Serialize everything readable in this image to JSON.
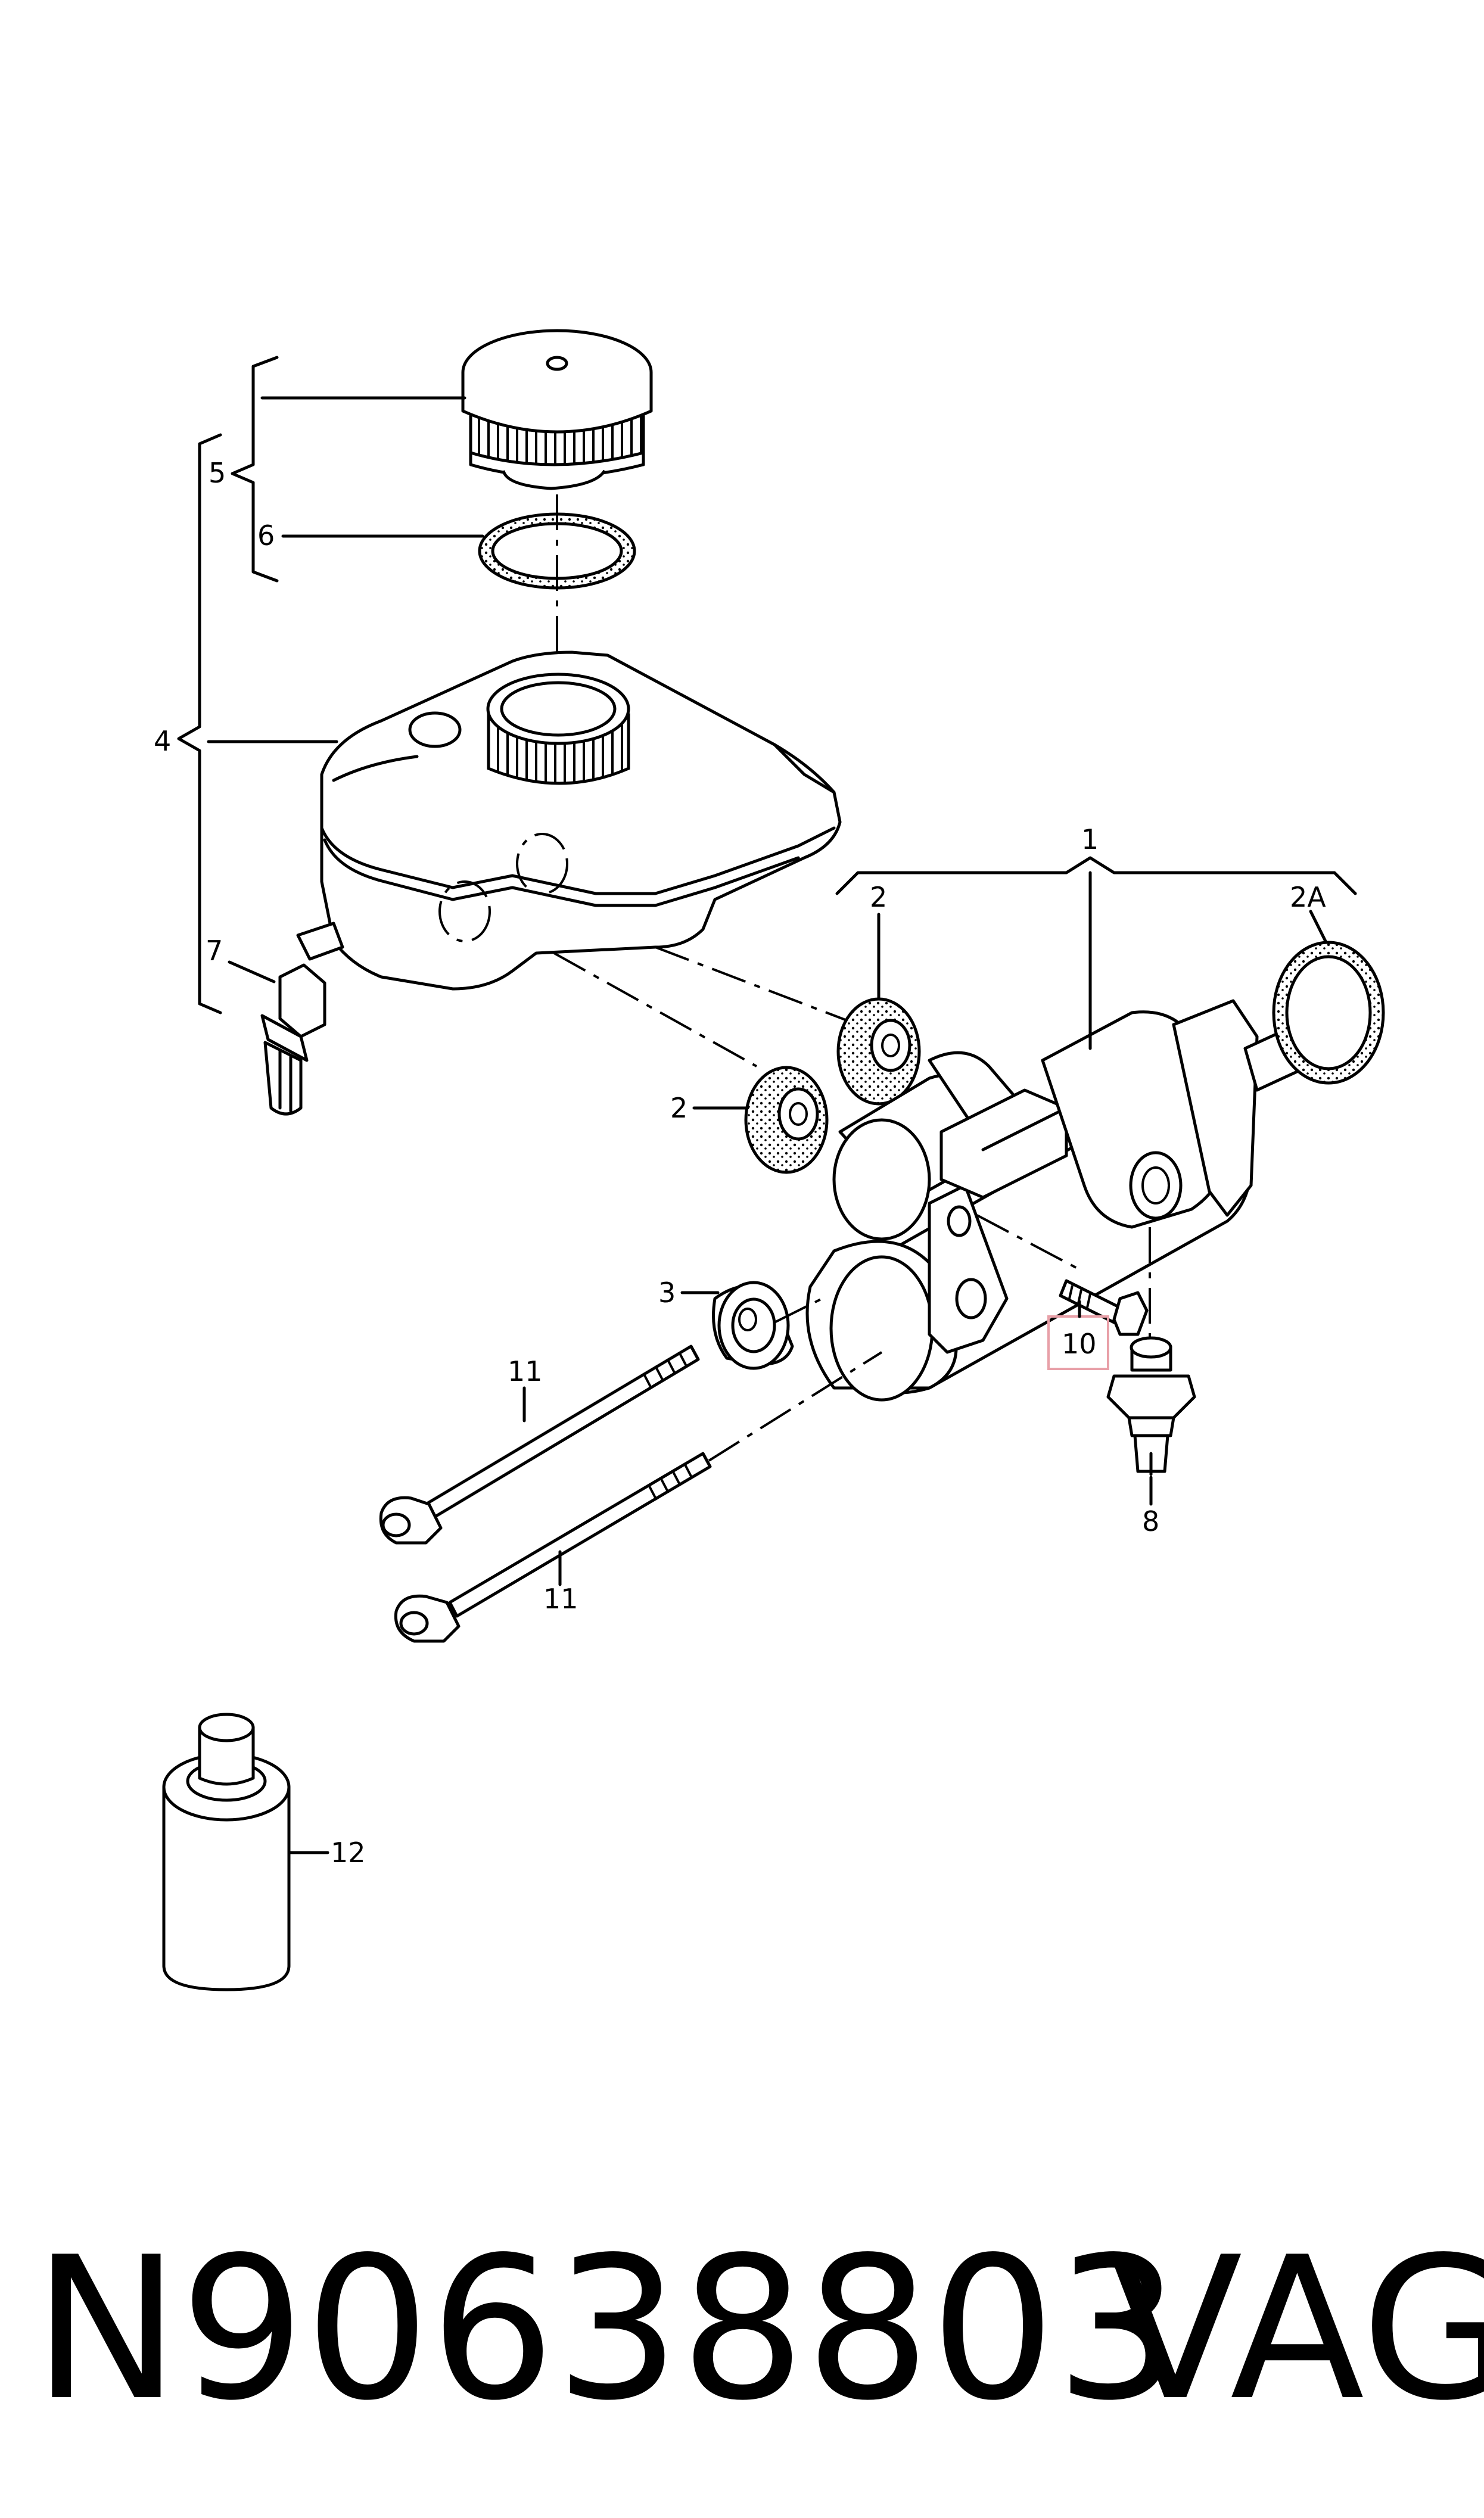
{
  "diagram": {
    "labels": {
      "l1": "1",
      "l2a": "2",
      "l2b": "2",
      "l2A": "2A",
      "l3": "3",
      "l4": "4",
      "l5": "5",
      "l6": "6",
      "l7": "7",
      "l8": "8",
      "l10": "10",
      "l11a": "11",
      "l11b": "11",
      "l12": "12"
    },
    "highlight_color": "#e8a0a8"
  },
  "footer": {
    "part_number": "N90638803",
    "brand": "VAG"
  }
}
